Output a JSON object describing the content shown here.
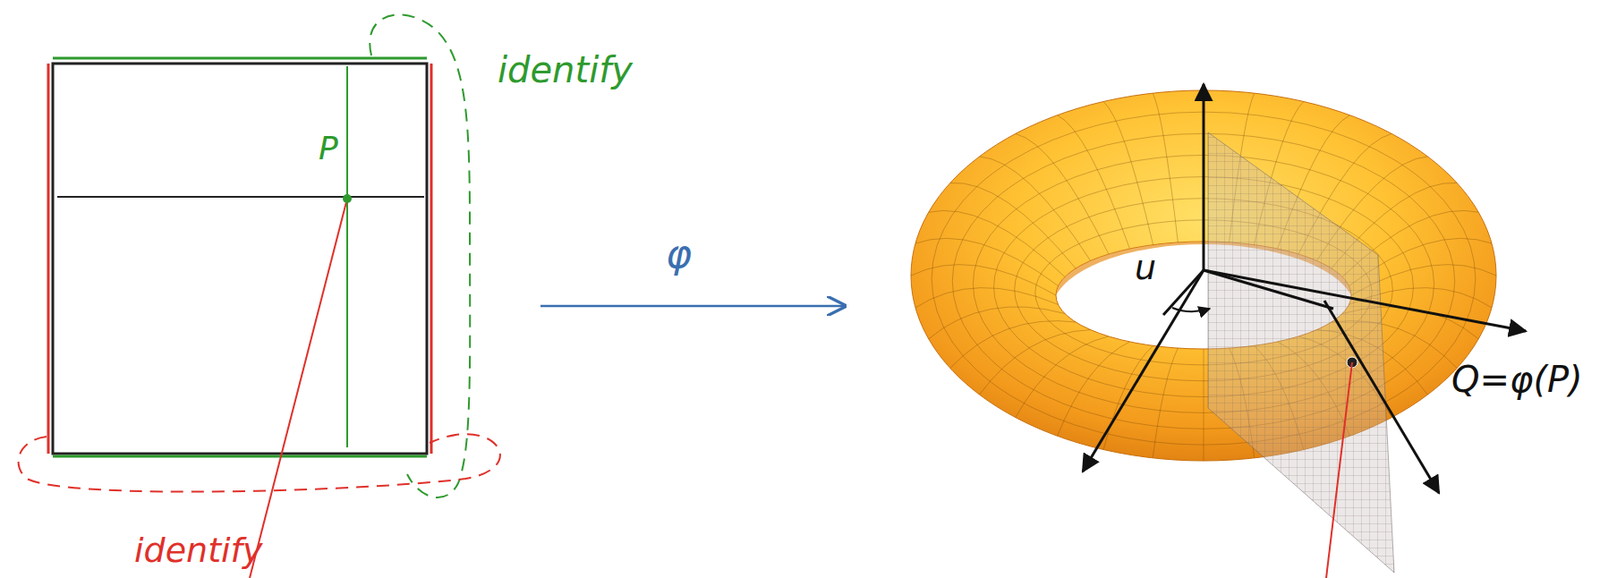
{
  "diagram": {
    "labels": [
      "identify",
      "P",
      "identify",
      "φ",
      "u",
      "Q=φ(P)"
    ]
  }
}
